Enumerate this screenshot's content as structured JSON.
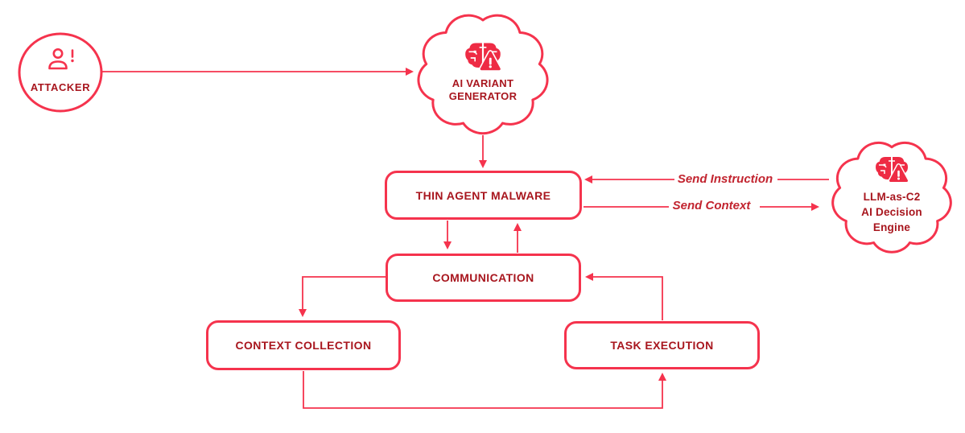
{
  "diagram": {
    "colors": {
      "line_red": "#F5334D",
      "node_text_red": "#A8161E",
      "edge_label_red": "#C2242F"
    },
    "nodes": {
      "attacker": {
        "label": "ATTACKER"
      },
      "ai_variant_generator": {
        "line1": "AI VARIANT",
        "line2": "GENERATOR"
      },
      "thin_agent_malware": {
        "label": "THIN AGENT MALWARE"
      },
      "llm_as_c2": {
        "line1": "LLM-as-C2",
        "line2": "AI Decision",
        "line3": "Engine"
      },
      "communication": {
        "label": "COMMUNICATION"
      },
      "context_collection": {
        "label": "CONTEXT COLLECTION"
      },
      "task_execution": {
        "label": "TASK EXECUTION"
      }
    },
    "edge_labels": {
      "send_instruction": "Send Instruction",
      "send_context": "Send Context"
    },
    "icons": {
      "attacker": "person-alert-icon",
      "ai_variant_generator": "brain-alert-icon",
      "llm_as_c2": "brain-alert-icon"
    }
  }
}
